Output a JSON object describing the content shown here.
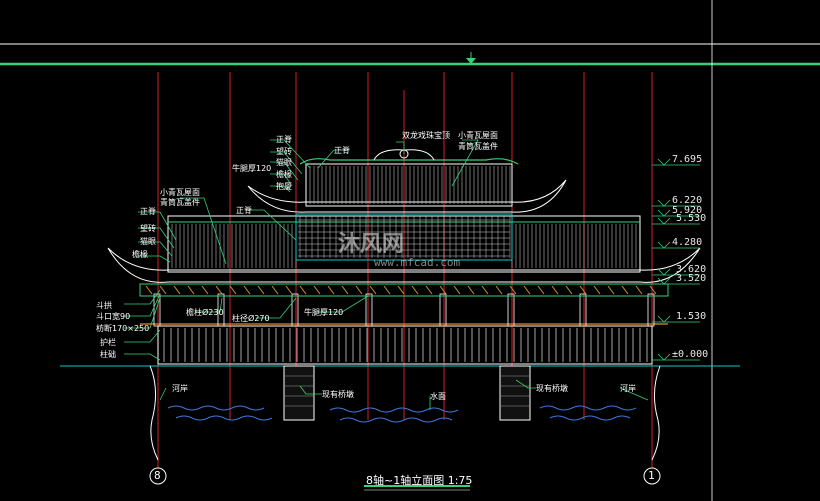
{
  "title": "8轴~1轴立面图 1:75",
  "axes": {
    "left": "8",
    "right": "1"
  },
  "elevations": [
    "7.695",
    "6.220",
    "5.920",
    "5.530",
    "4.280",
    "3.620",
    "3.520",
    "1.530",
    "±0.000"
  ],
  "labels": {
    "zhengji_top": "正脊",
    "fake_roof_top": "双龙戏珠宝顶",
    "xiaoqing_right_1": "小青瓦屋面",
    "xiaoqing_right_2": "青筒瓦盖件",
    "zhengji_top2": "正脊",
    "wantou": "望砖",
    "liaoqing": "猫眼",
    "yan": "檐椽",
    "niuti_120": "牛腿厚120",
    "bao": "抱厦",
    "xiaoqing_left_1": "小青瓦屋面",
    "xiaoqing_left_2": "青筒瓦盖件",
    "zhengji_left": "正脊",
    "zhengji_mid": "正脊",
    "l_wang": "望砖",
    "l_mao": "猫眼",
    "l_yan": "檐椽",
    "dougong": "斗拱",
    "dou_kou": "斗口宽90",
    "beam": "枋断170×250",
    "rail": "护栏",
    "pillar_base": "柱础",
    "col_230": "檐柱Ø230",
    "col_270": "柱径Ø270",
    "niuti_mid": "牛腿厚120",
    "river_left": "河岸",
    "pier_left": "现有桥墩",
    "water": "水面",
    "pier_right": "现有桥墩",
    "river_right": "河岸"
  },
  "watermark": {
    "brand": "沐风网",
    "url": "www.mfcad.com"
  },
  "colors": {
    "background": "#000000",
    "green": "#34d27a",
    "red": "#d22020",
    "cyan": "#19c6c6",
    "white": "#ffffff",
    "orange": "#e08a2c",
    "blue": "#3a78e0"
  }
}
